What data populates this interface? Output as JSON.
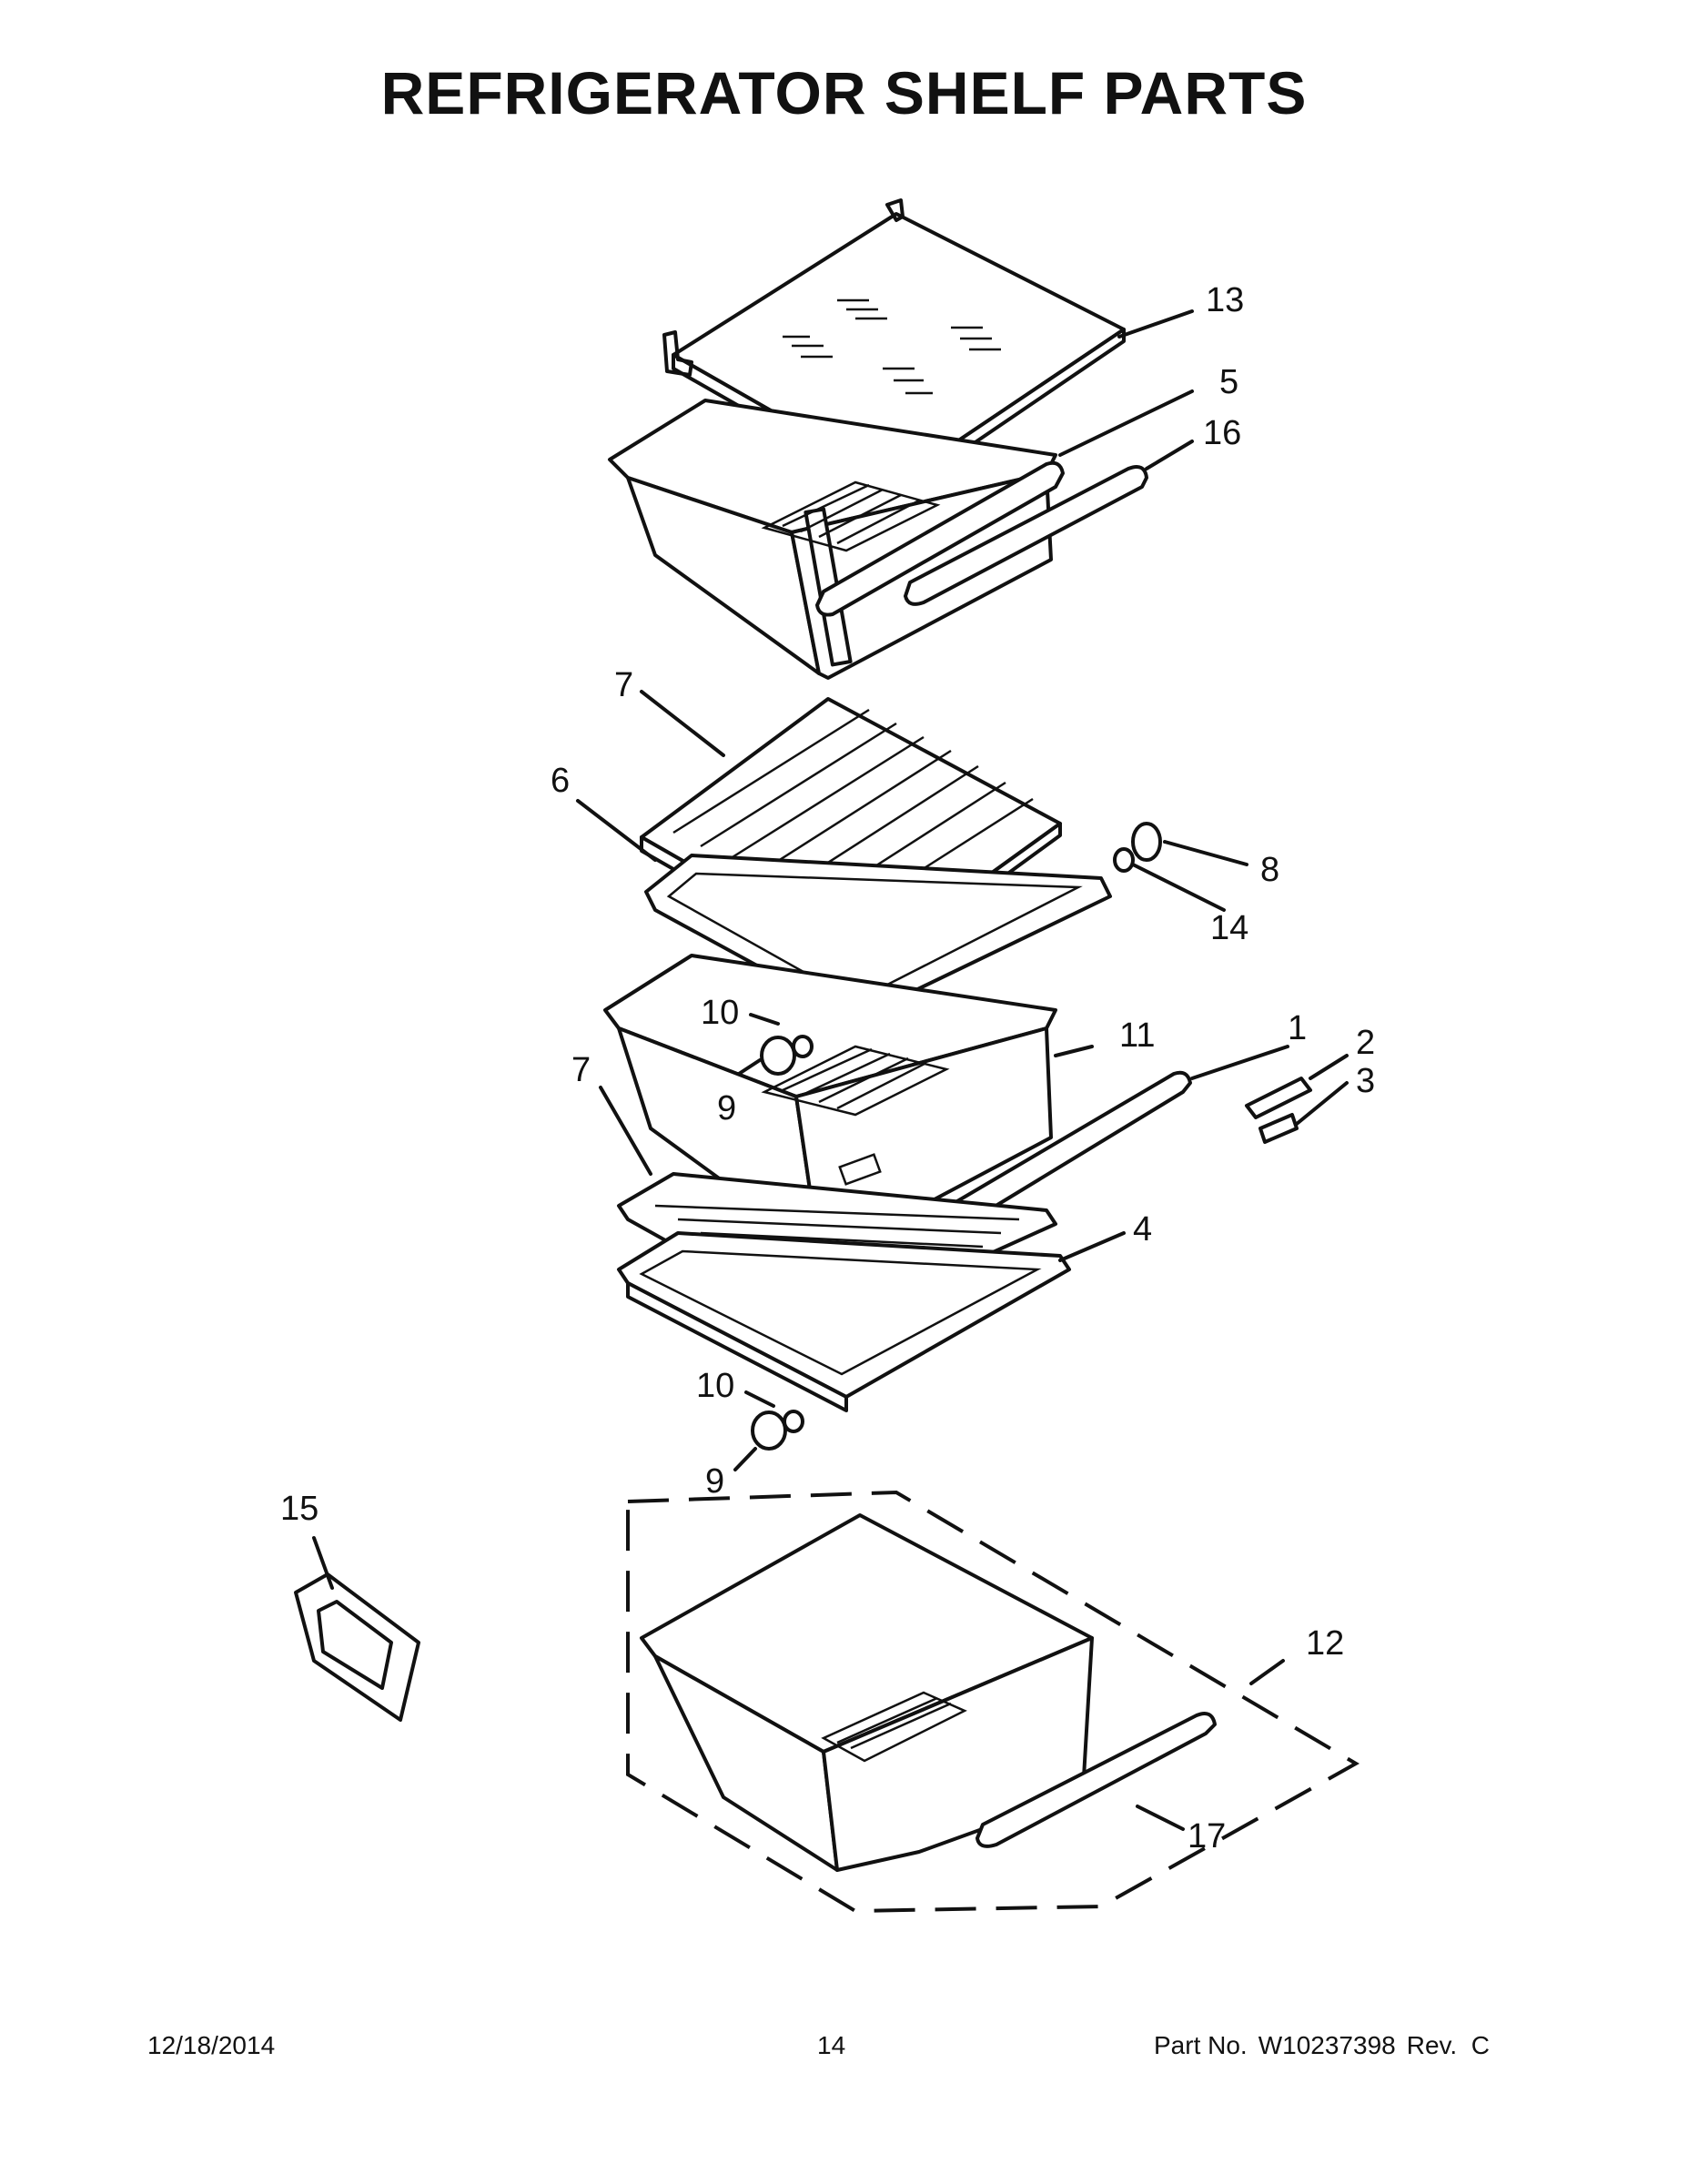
{
  "title": "REFRIGERATOR SHELF PARTS",
  "callouts": [
    {
      "id": "13",
      "label": "13"
    },
    {
      "id": "5",
      "label": "5"
    },
    {
      "id": "16",
      "label": "16"
    },
    {
      "id": "7a",
      "label": "7"
    },
    {
      "id": "6",
      "label": "6"
    },
    {
      "id": "8",
      "label": "8"
    },
    {
      "id": "14",
      "label": "14"
    },
    {
      "id": "10a",
      "label": "10"
    },
    {
      "id": "11",
      "label": "11"
    },
    {
      "id": "1",
      "label": "1"
    },
    {
      "id": "2",
      "label": "2"
    },
    {
      "id": "3",
      "label": "3"
    },
    {
      "id": "9a",
      "label": "9"
    },
    {
      "id": "7b",
      "label": "7"
    },
    {
      "id": "4",
      "label": "4"
    },
    {
      "id": "10b",
      "label": "10"
    },
    {
      "id": "9b",
      "label": "9"
    },
    {
      "id": "15",
      "label": "15"
    },
    {
      "id": "12",
      "label": "12"
    },
    {
      "id": "17",
      "label": "17"
    }
  ],
  "footer": {
    "date": "12/18/2014",
    "page": "14",
    "part_prefix": "Part No.",
    "part_number": "W10237398",
    "revision": "Rev.  C"
  }
}
